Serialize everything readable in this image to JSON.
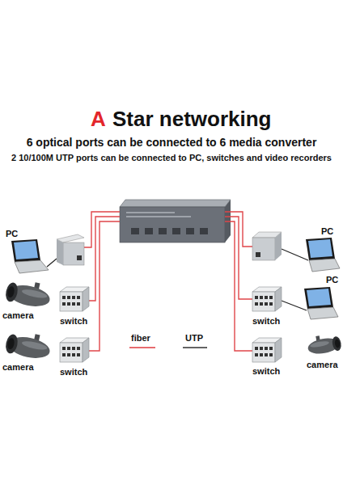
{
  "diagram": {
    "title": "Star networking",
    "nodes": [
      {
        "text": [
          "PC"
        ]
      },
      {
        "text": [
          "PC"
        ]
      },
      {
        "text": [
          "PC"
        ]
      },
      {
        "text": [
          "camera"
        ]
      },
      {
        "text": [
          "switch"
        ]
      },
      {
        "text": [
          "switch"
        ]
      },
      {
        "text": [
          "camera"
        ]
      },
      {
        "text": [
          "switch"
        ]
      },
      {
        "text": [
          "switch"
        ]
      },
      {
        "text": [
          "camera"
        ]
      }
    ],
    "labels": [
      "A",
      "6 optical ports can be connected to 6 media converter",
      "2 10/100M UTP ports can be connected to PC, switches and video recorders"
    ],
    "legend": [
      {
        "text": "fiber"
      },
      {
        "text": "UTP"
      }
    ]
  }
}
